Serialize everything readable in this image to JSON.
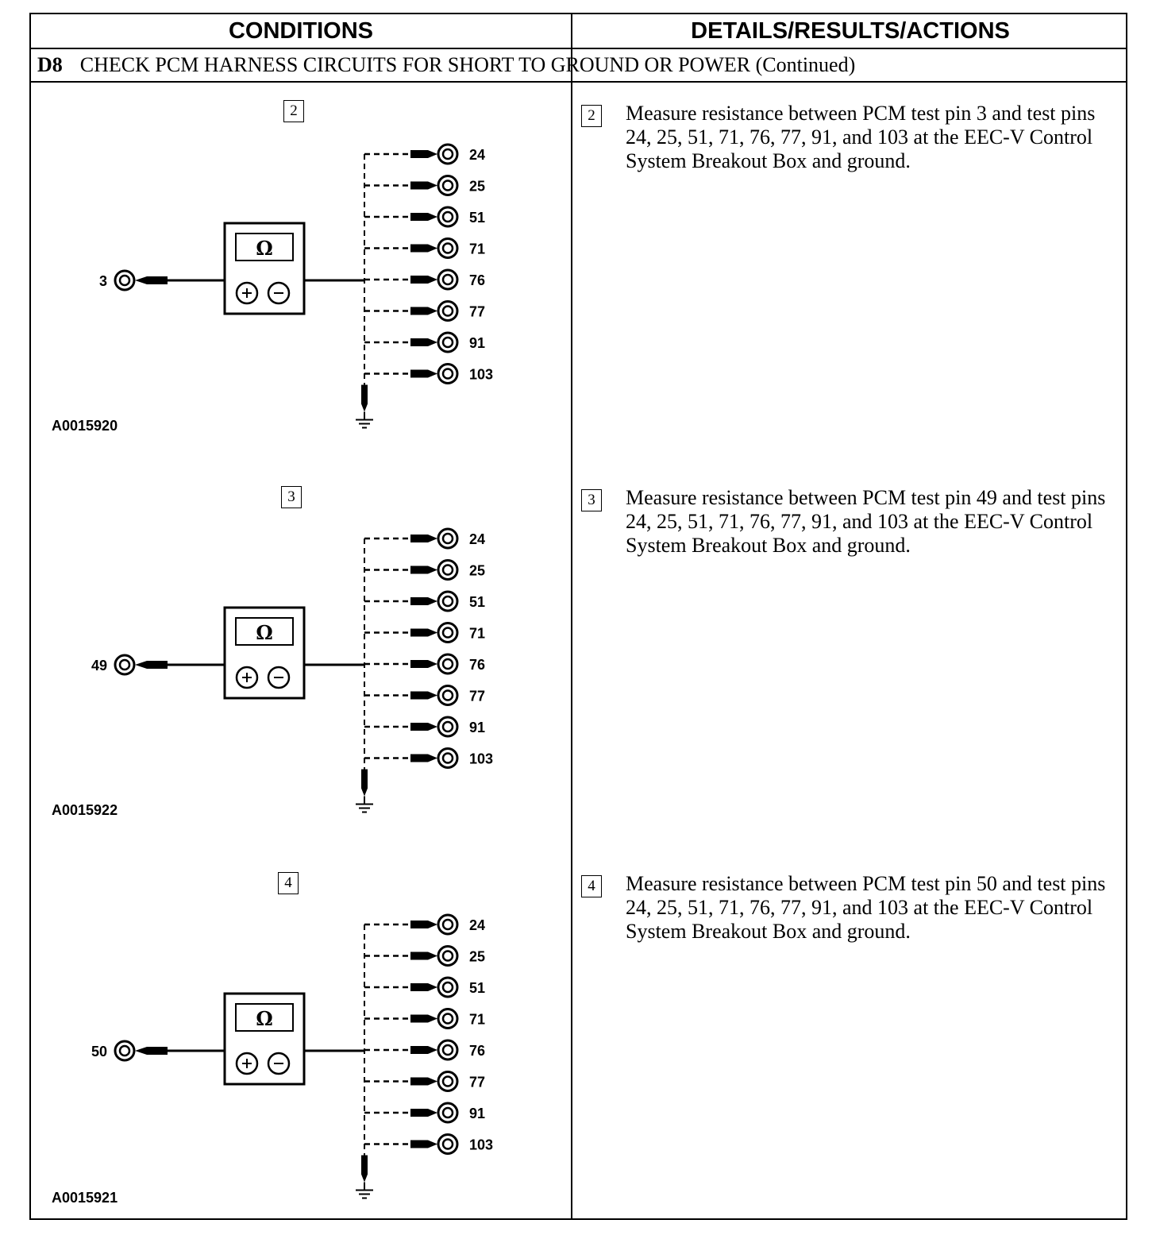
{
  "header": {
    "conditions": "CONDITIONS",
    "details": "DETAILS/RESULTS/ACTIONS"
  },
  "title": {
    "step": "D8",
    "text": "CHECK PCM HARNESS CIRCUITS FOR SHORT TO GROUND OR POWER (Continued)"
  },
  "meter_symbol": "Ω",
  "steps": [
    {
      "number": "2",
      "source_pin": "3",
      "target_pins": [
        "24",
        "25",
        "51",
        "71",
        "76",
        "77",
        "91",
        "103"
      ],
      "figure_id": "A0015920",
      "action": "Measure resistance between PCM test pin 3 and test pins 24, 25, 51, 71, 76, 77, 91, and 103 at the EEC-V Control System Breakout Box and ground."
    },
    {
      "number": "3",
      "source_pin": "49",
      "target_pins": [
        "24",
        "25",
        "51",
        "71",
        "76",
        "77",
        "91",
        "103"
      ],
      "figure_id": "A0015922",
      "action": "Measure resistance between PCM test pin 49 and test pins 24, 25, 51, 71, 76, 77, 91, and 103 at the EEC-V Control System Breakout Box and ground."
    },
    {
      "number": "4",
      "source_pin": "50",
      "target_pins": [
        "24",
        "25",
        "51",
        "71",
        "76",
        "77",
        "91",
        "103"
      ],
      "figure_id": "A0015921",
      "action": "Measure resistance between PCM test pin 50 and test pins 24, 25, 51, 71, 76, 77, 91, and 103 at the EEC-V Control System Breakout Box and ground."
    }
  ]
}
